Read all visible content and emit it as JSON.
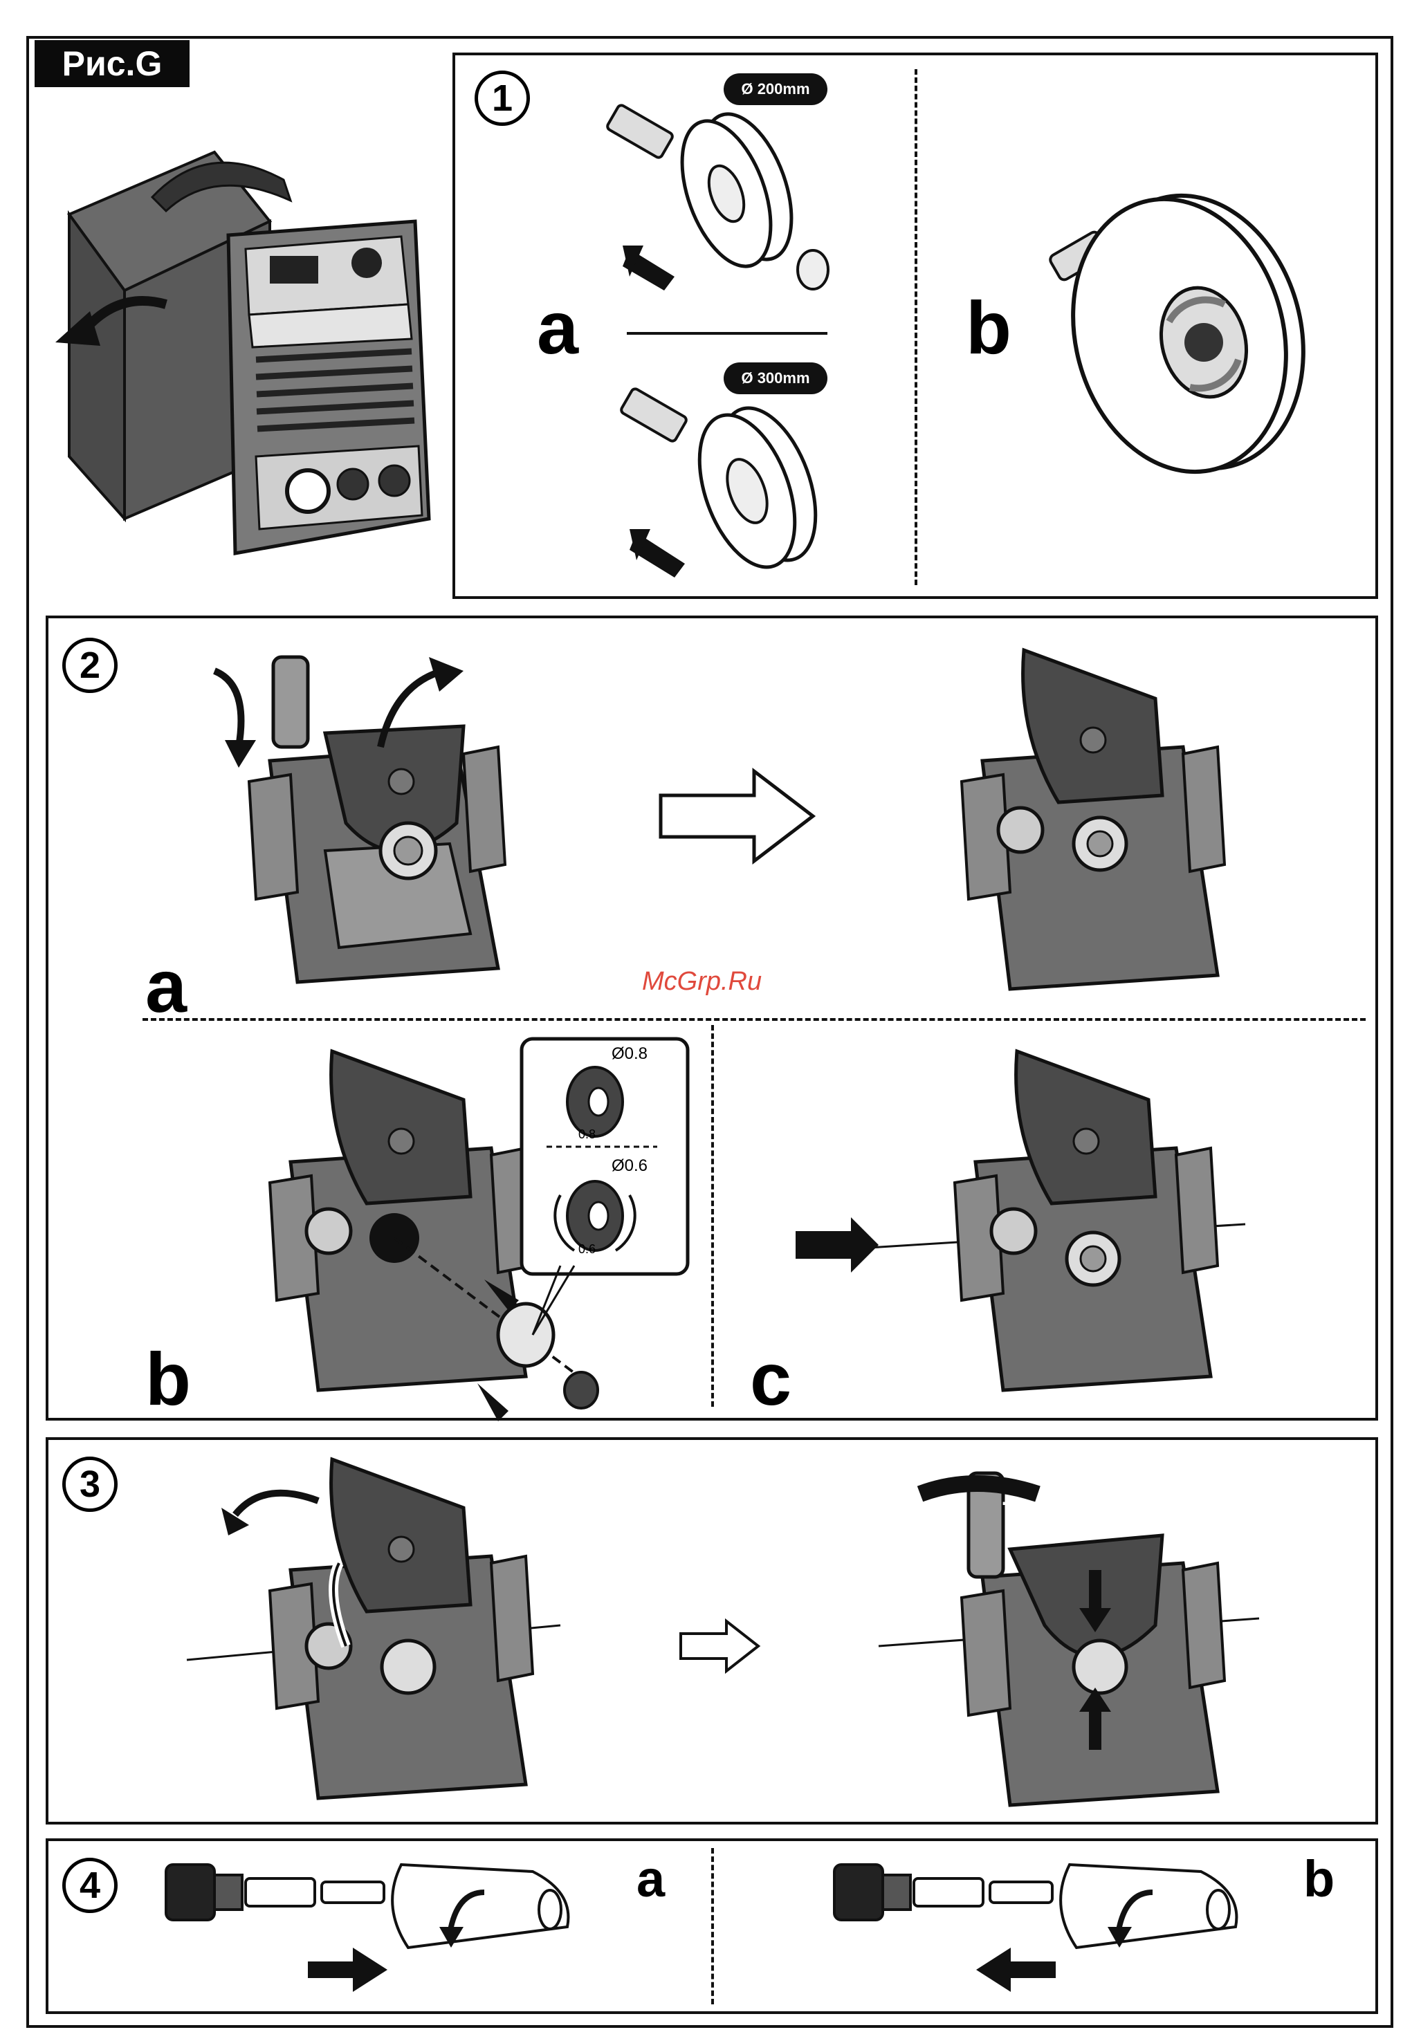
{
  "figure": {
    "title": "Рис.G"
  },
  "watermark": "McGrp.Ru",
  "steps": [
    {
      "number": "1",
      "sub_a": "a",
      "sub_b": "b",
      "spool_small": "Ø 200mm",
      "spool_large": "Ø 300mm"
    },
    {
      "number": "2",
      "sub_a": "a",
      "sub_b": "b",
      "sub_c": "c",
      "roller_large": "Ø0.8",
      "roller_small": "Ø0.6",
      "roller_mark_large": "0.8",
      "roller_mark_small": "0.6"
    },
    {
      "number": "3",
      "minus": "−",
      "plus": "+"
    },
    {
      "number": "4",
      "sub_a": "a",
      "sub_b": "b"
    }
  ],
  "colors": {
    "ink": "#111111",
    "part_dark": "#555555",
    "part_mid": "#8a8a8a",
    "part_light": "#cfcfcf",
    "watermark": "#e0493c"
  }
}
